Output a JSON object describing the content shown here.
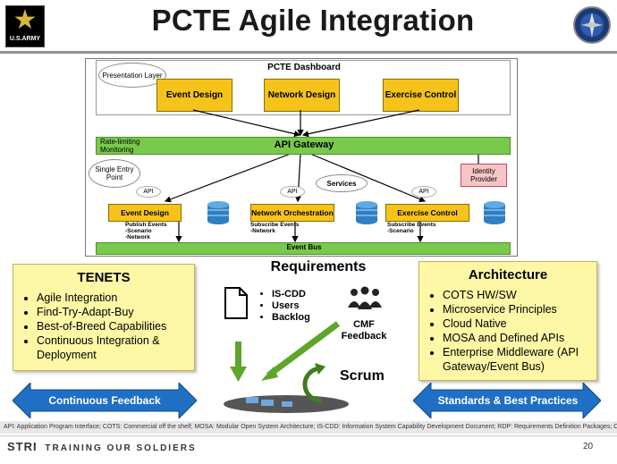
{
  "header": {
    "title": "PCTE Agile Integration",
    "army_logo_text": "U.S.ARMY"
  },
  "diagram": {
    "dashboard_title": "PCTE Dashboard",
    "presentation_layer": "Presentation Layer",
    "dash_boxes": [
      "Event Design",
      "Network Design",
      "Exercise Control"
    ],
    "gateway_side_label": "Rate-limiting Monitoring",
    "gateway": "API Gateway",
    "single_entry": "Single Entry Point",
    "identity_provider": "Identity Provider",
    "services": "Services",
    "api_labels": [
      "API",
      "API",
      "API"
    ],
    "service_boxes": [
      "Event Design",
      "Network Orchestration",
      "Exercise Control"
    ],
    "service_notes": [
      [
        "Publish Events",
        "-Scenario",
        "-Network"
      ],
      [
        "Subscribe Events",
        "-Network"
      ],
      [
        "Subscribe Events",
        "-Scenario"
      ]
    ],
    "event_bus": "Event Bus"
  },
  "tenets": {
    "title": "TENETS",
    "items": [
      "Agile Integration",
      "Find-Try-Adapt-Buy",
      "Best-of-Breed Capabilities",
      "Continuous Integration & Deployment"
    ]
  },
  "requirements": {
    "title": "Requirements",
    "items": [
      "IS-CDD",
      "Users",
      "Backlog"
    ],
    "cmf": "CMF Feedback",
    "scrum": "Scrum"
  },
  "architecture": {
    "title": "Architecture",
    "items": [
      "COTS HW/SW",
      "Microservice Principles",
      "Cloud Native",
      "MOSA and Defined APIs",
      "Enterprise Middleware (API Gateway/Event Bus)"
    ]
  },
  "arrows": {
    "left": "Continuous Feedback",
    "right": "Standards & Best Practices"
  },
  "footnote": "API: Application Program Interface; COTS: Commercial off the shelf; MOSA: Modular Open System Architecture; IS-CDD: Information System Capability Development Document; RDP: Requirements Definition Packages; CD: Capability Drop",
  "footer": {
    "org": "STRI",
    "slogan": "TRAINING OUR SOLDIERS",
    "page": "20"
  },
  "colors": {
    "orange_box": "#f5c31a",
    "gateway_green": "#79c94c",
    "card_yellow": "#fdf7a6",
    "arrow_blue": "#1f6fc5",
    "identity_pink": "#f6c6c6"
  }
}
